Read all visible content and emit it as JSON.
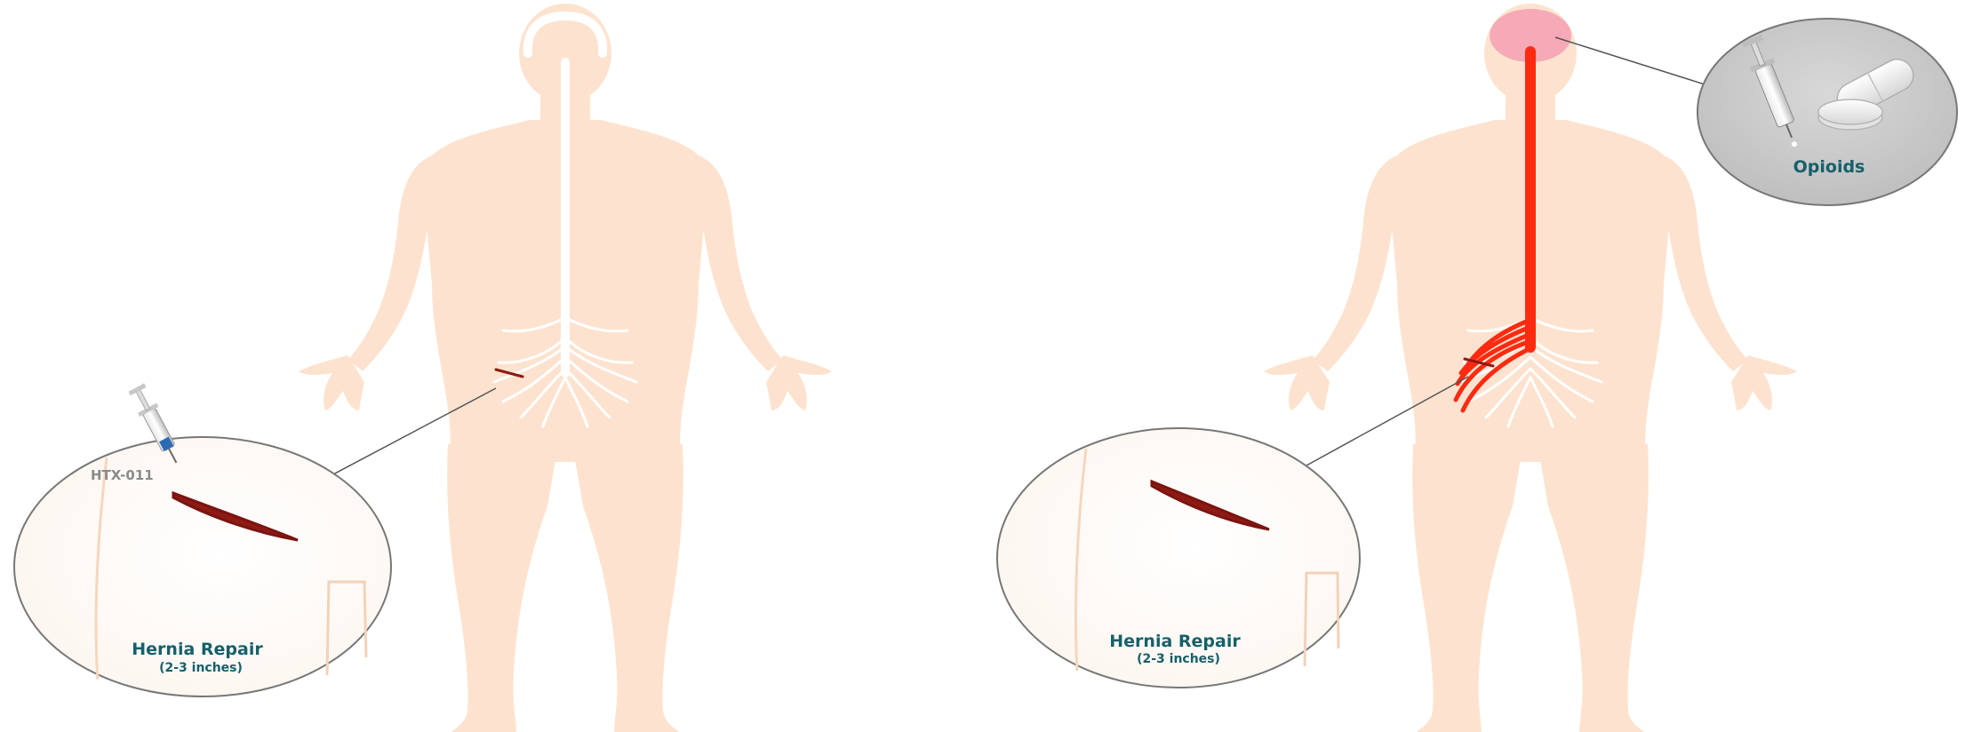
{
  "left_panel": {
    "callout": {
      "title": "Hernia Repair",
      "subtitle": "(2-3 inches)"
    },
    "drug_label": "HTX-011"
  },
  "right_panel": {
    "callout": {
      "title": "Hernia Repair",
      "subtitle": "(2-3 inches)"
    },
    "opioid_label": "Opioids"
  },
  "colors": {
    "skin": "#fde3cf",
    "nerve_inactive": "#ffffff",
    "pain_signal": "#ff2a10",
    "brain_active": "#f6a9b6",
    "incision": "#8e1a14",
    "callout_text": "#16606b",
    "opioid_circle": "#c9c9c9",
    "leader_line": "#555555"
  }
}
